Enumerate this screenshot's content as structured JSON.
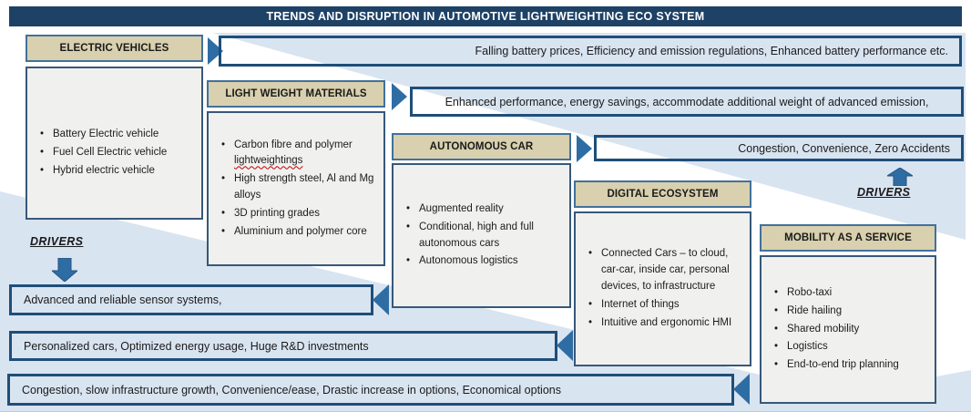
{
  "title": "TRENDS AND DISRUPTION IN AUTOMOTIVE LIGHTWEIGHTING ECO SYSTEM",
  "colors": {
    "title_bar": "#1e4166",
    "banner_border": "#1f4e79",
    "background_swoosh": "#d9e4f1",
    "category_header_fill": "#d8d0ae",
    "category_header_border": "#41719c",
    "list_box_fill": "#f0f0ee",
    "list_box_border": "#37587a",
    "arrow_blue": "#2e6da4",
    "spellcheck_squiggle": "#c00000"
  },
  "sections": [
    {
      "header": "ELECTRIC VEHICLES",
      "items": [
        {
          "text": "Battery Electric vehicle"
        },
        {
          "text": "Fuel Cell Electric vehicle"
        },
        {
          "text": "Hybrid electric vehicle"
        }
      ]
    },
    {
      "header": "LIGHT WEIGHT MATERIALS",
      "items": [
        {
          "text": "Carbon fibre and polymer ",
          "flagged": "lightweightings"
        },
        {
          "text": "High strength steel, Al and Mg alloys"
        },
        {
          "text": "3D printing grades"
        },
        {
          "text": "Aluminium and polymer core"
        }
      ]
    },
    {
      "header": "AUTONOMOUS CAR",
      "items": [
        {
          "text": "Augmented reality"
        },
        {
          "text": "Conditional, high and full autonomous cars"
        },
        {
          "text": "Autonomous logistics"
        }
      ]
    },
    {
      "header": "DIGITAL ECOSYSTEM",
      "items": [
        {
          "text": "Connected Cars – to cloud, car-car, inside car, personal devices, to infrastructure"
        },
        {
          "text": "Internet of things"
        },
        {
          "text": "Intuitive and ergonomic HMI"
        }
      ]
    },
    {
      "header": "MOBILITY AS A SERVICE",
      "items": [
        {
          "text": "Robo-taxi"
        },
        {
          "text": "Ride hailing"
        },
        {
          "text": "Shared mobility"
        },
        {
          "text": "Logistics"
        },
        {
          "text": "End-to-end trip planning"
        }
      ]
    }
  ],
  "banners": [
    {
      "text": "Falling battery prices, Efficiency and emission regulations, Enhanced battery performance etc."
    },
    {
      "text": "Enhanced performance, energy savings, accommodate additional weight of  advanced emission,"
    },
    {
      "text": "Congestion, Convenience, Zero Accidents"
    },
    {
      "text": "Advanced and reliable sensor systems,"
    },
    {
      "text": "Personalized cars, Optimized energy usage, Huge R&D investments"
    },
    {
      "text": "Congestion, slow infrastructure growth, Convenience/ease, Drastic increase in options, Economical options"
    }
  ],
  "drivers_left": "DRIVERS",
  "drivers_right": "DRIVERS"
}
